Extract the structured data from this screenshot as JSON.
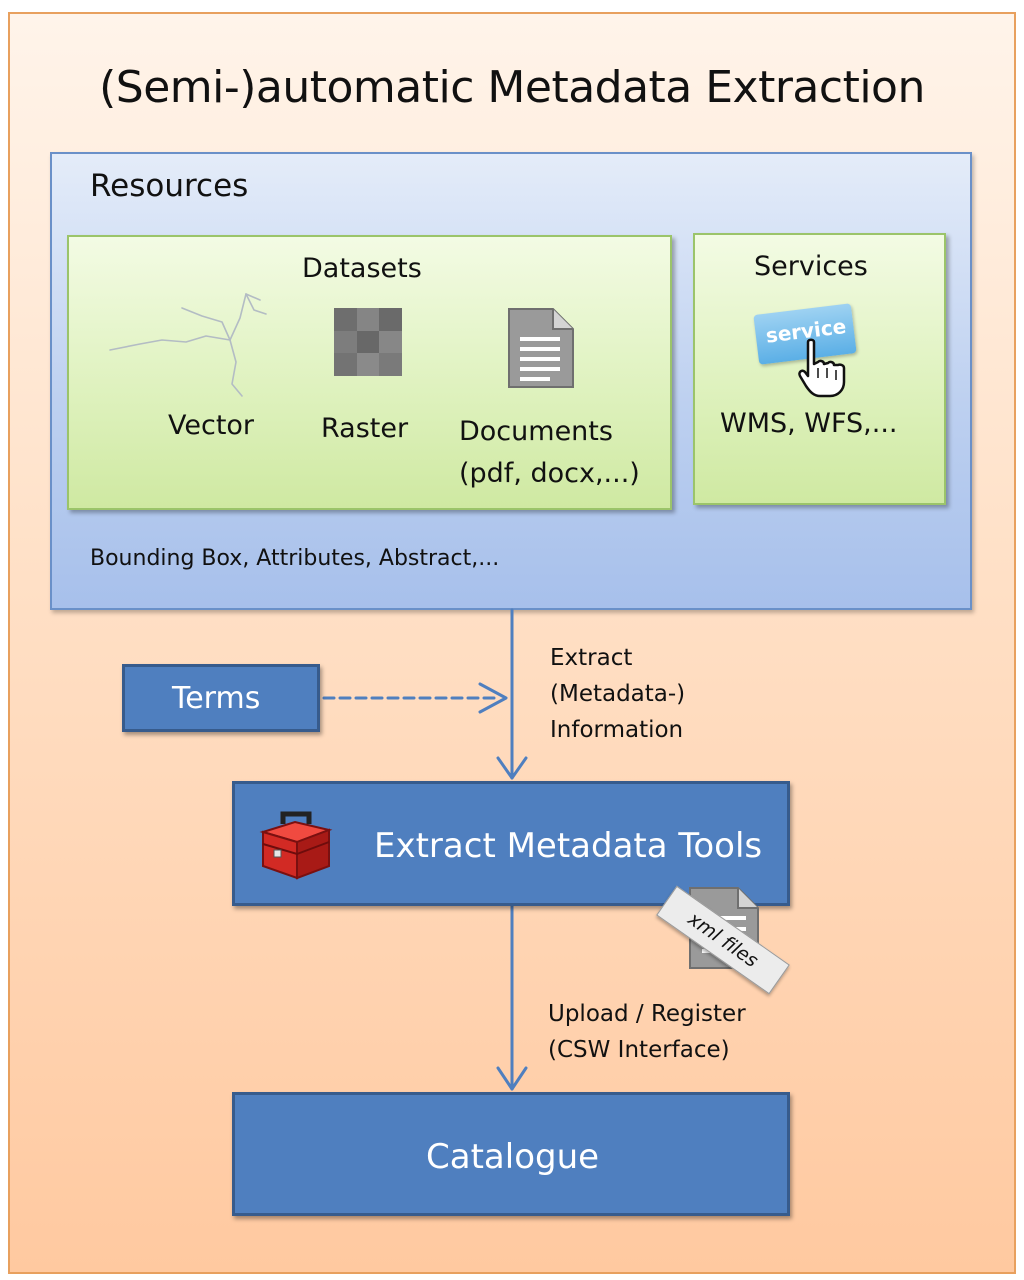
{
  "title": "(Semi-)automatic Metadata Extraction",
  "resources": {
    "label": "Resources",
    "datasets": {
      "label": "Datasets",
      "items": [
        {
          "label": "Vector",
          "icon": "vector-lines-icon"
        },
        {
          "label": "Raster",
          "icon": "raster-grid-icon"
        },
        {
          "label": "Documents",
          "sublabel": "(pdf, docx,...)",
          "icon": "document-icon"
        }
      ]
    },
    "services": {
      "label": "Services",
      "icon_text": "service",
      "examples": "WMS, WFS,..."
    },
    "attributes": "Bounding Box, Attributes, Abstract,..."
  },
  "terms": {
    "label": "Terms"
  },
  "extract_step": {
    "lines": [
      "Extract",
      "(Metadata-)",
      "Information"
    ]
  },
  "tools": {
    "label": "Extract Metadata Tools",
    "icon": "toolbox-icon"
  },
  "xml_files": {
    "label": "xml files",
    "icon": "xml-file-icon"
  },
  "upload_step": {
    "lines": [
      "Upload / Register",
      "(CSW Interface)"
    ]
  },
  "catalogue": {
    "label": "Catalogue"
  },
  "colors": {
    "background": "#ffd9b8",
    "resources_fill": "#b8cdf0",
    "panel_fill": "#dff2bf",
    "box_fill": "#4f7fbf",
    "arrow": "#4f7fbf"
  }
}
